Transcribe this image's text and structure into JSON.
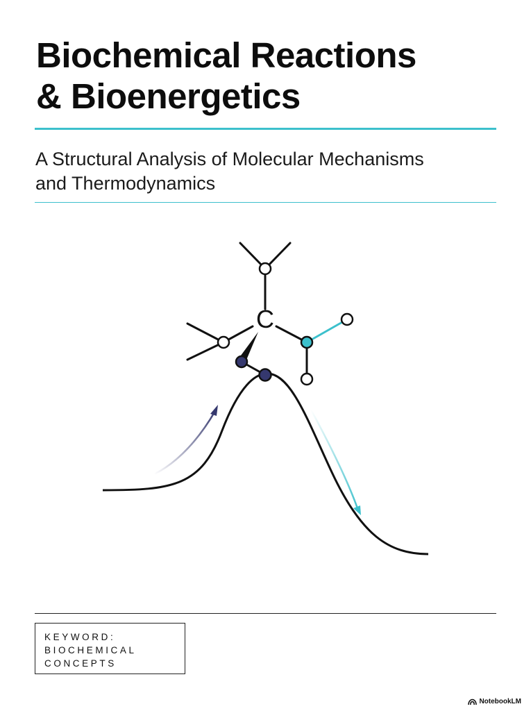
{
  "title": {
    "line1": "Biochemical Reactions",
    "line2": "& Bioenergetics"
  },
  "subtitle": {
    "line1": "A Structural Analysis of Molecular Mechanisms",
    "line2": "and Thermodynamics"
  },
  "figure": {
    "atom_label": "C",
    "colors": {
      "line": "#111111",
      "accent_teal": "#3cc0cc",
      "accent_navy": "#35386e"
    }
  },
  "keyword": {
    "line1": "KEYWORD:",
    "line2": "BIOCHEMICAL",
    "line3": "CONCEPTS"
  },
  "brand": {
    "label": "NotebookLM",
    "icon": "notebooklm-logo-icon"
  }
}
